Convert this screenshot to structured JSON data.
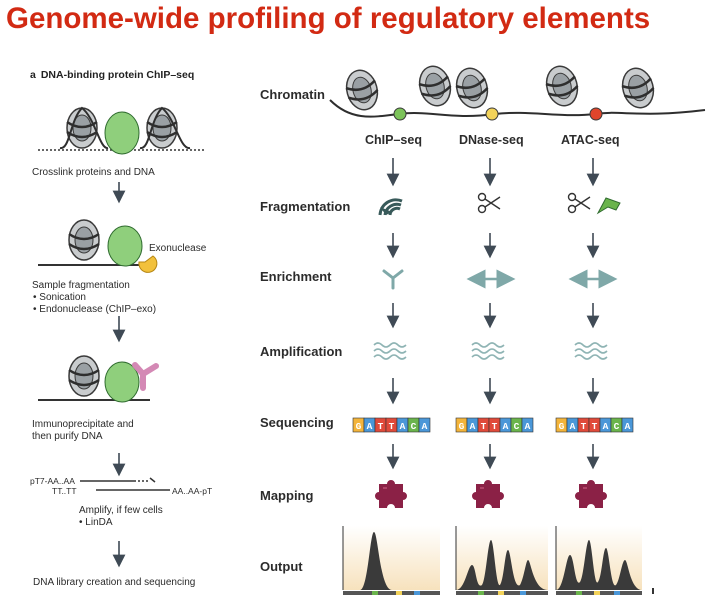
{
  "title": "Genome-wide profiling of regulatory elements",
  "panel_a": {
    "letter": "a",
    "heading": "DNA-binding protein ChIP–seq",
    "steps": {
      "crosslink": "Crosslink proteins and DNA",
      "exonuclease": "Exonuclease",
      "fragmentation": "Sample fragmentation",
      "sonication": "• Sonication",
      "endonuclease": "• Endonuclease (ChIP–exo)",
      "immunoprecipitate_1": "Immunoprecipitate and",
      "immunoprecipitate_2": "then purify DNA",
      "pt7_top": "pT7-AA..AA",
      "pt7_bottom": "TT..TT",
      "pt7_right": "AA..AA-pT",
      "amplify": "Amplify, if few cells",
      "lindA": "• LinDA",
      "library": "DNA library creation and sequencing"
    }
  },
  "rows": {
    "chromatin": "Chromatin",
    "fragmentation": "Fragmentation",
    "enrichment": "Enrichment",
    "amplification": "Amplification",
    "sequencing": "Sequencing",
    "mapping": "Mapping",
    "output": "Output"
  },
  "methods": [
    "ChIP–seq",
    "DNase-seq",
    "ATAC-seq"
  ],
  "sequence_letters": [
    "G",
    "A",
    "T",
    "T",
    "A",
    "C",
    "A"
  ],
  "colors": {
    "title": "#d22a13",
    "nucleosome": "#4a4a4a",
    "protein": "#8fcf7c",
    "antibody": "#d489b5",
    "exonuclease": "#f2c13c",
    "chip_dot": "#7cc35a",
    "dnase_dot": "#f3d35a",
    "atac_dot": "#e0452b",
    "enrichment": "#7fa8a8",
    "puzzle": "#8b2146",
    "arrow": "#3f4a55",
    "seq_G": "#f3b43a",
    "seq_A": "#4a97d8",
    "seq_T": "#e04a3a",
    "seq_C": "#6ab44c"
  },
  "icons": [
    "scissors-icon",
    "transposase-icon",
    "puzzle-icon",
    "double-arrow-icon",
    "wavy-lines-icon",
    "antibody-y-icon"
  ]
}
